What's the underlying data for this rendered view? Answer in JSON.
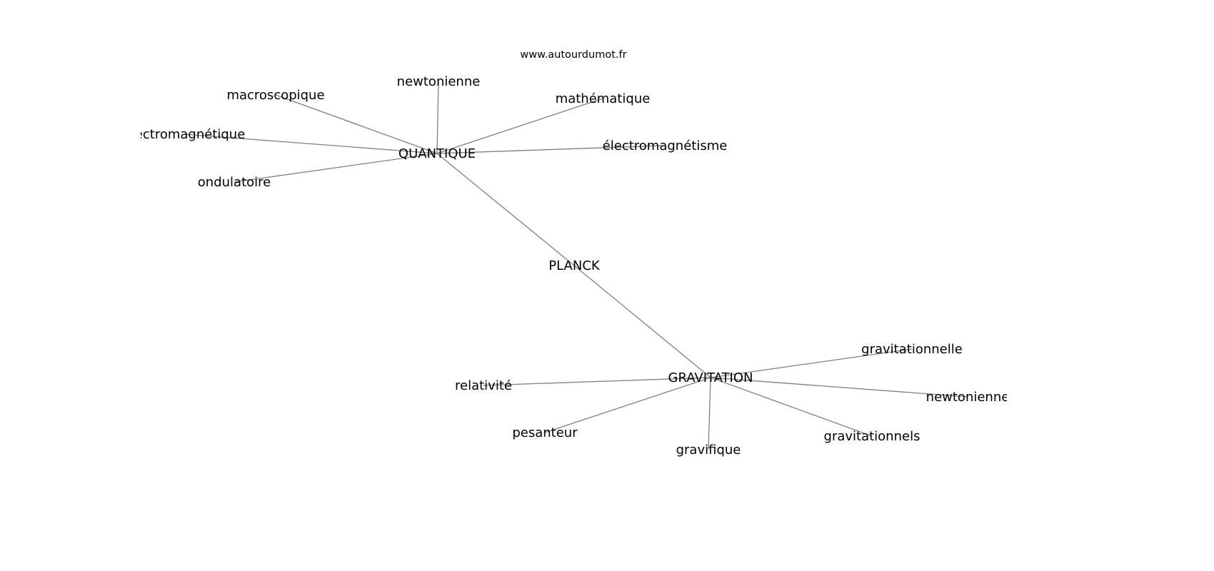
{
  "title": "www.autourdumot.fr",
  "colors": {
    "edge": "#808080",
    "text": "#000000",
    "background": "#ffffff"
  },
  "nodes": [
    {
      "id": "planck",
      "label": "PLANCK"
    },
    {
      "id": "quantique",
      "label": "QUANTIQUE"
    },
    {
      "id": "gravitation",
      "label": "GRAVITATION"
    },
    {
      "id": "newtonienne_q",
      "label": "newtonienne"
    },
    {
      "id": "macroscopique",
      "label": "macroscopique"
    },
    {
      "id": "mathematique",
      "label": "mathématique"
    },
    {
      "id": "electromagnetique",
      "label": "électromagnétique"
    },
    {
      "id": "electromagnetisme",
      "label": "électromagnétisme"
    },
    {
      "id": "ondulatoire",
      "label": "ondulatoire"
    },
    {
      "id": "gravitationnelle",
      "label": "gravitationnelle"
    },
    {
      "id": "relativite",
      "label": "relativité"
    },
    {
      "id": "newtonienne_g",
      "label": "newtonienne"
    },
    {
      "id": "pesanteur",
      "label": "pesanteur"
    },
    {
      "id": "gravitationnels",
      "label": "gravitationnels"
    },
    {
      "id": "gravifique",
      "label": "gravifique"
    }
  ],
  "edges": [
    [
      "planck",
      "quantique"
    ],
    [
      "planck",
      "gravitation"
    ],
    [
      "quantique",
      "newtonienne_q"
    ],
    [
      "quantique",
      "macroscopique"
    ],
    [
      "quantique",
      "mathematique"
    ],
    [
      "quantique",
      "electromagnetique"
    ],
    [
      "quantique",
      "electromagnetisme"
    ],
    [
      "quantique",
      "ondulatoire"
    ],
    [
      "gravitation",
      "gravitationnelle"
    ],
    [
      "gravitation",
      "relativite"
    ],
    [
      "gravitation",
      "newtonienne_g"
    ],
    [
      "gravitation",
      "pesanteur"
    ],
    [
      "gravitation",
      "gravitationnels"
    ],
    [
      "gravitation",
      "gravifique"
    ]
  ]
}
